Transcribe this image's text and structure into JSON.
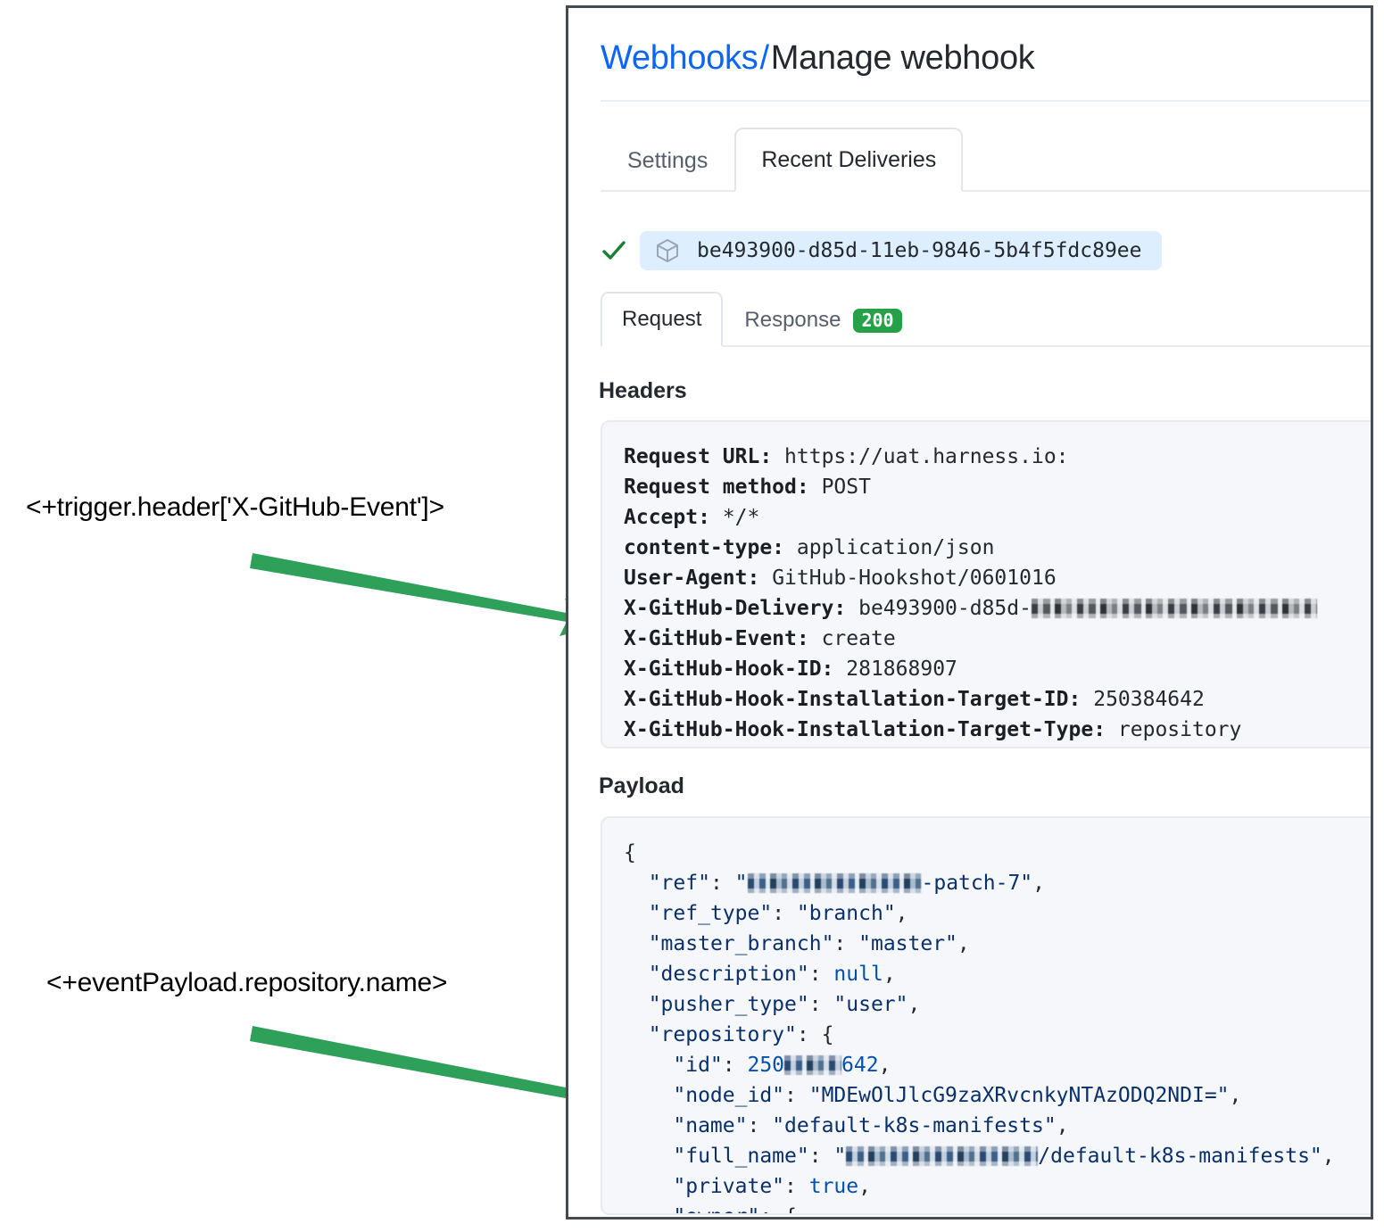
{
  "annotations": [
    {
      "id": "anno-1",
      "text": "<+trigger.header['X-GitHub-Event']>",
      "arrow_color": "#2ea05a"
    },
    {
      "id": "anno-2",
      "text": "<+eventPayload.repository.name>",
      "arrow_color": "#2ea05a"
    }
  ],
  "panel": {
    "breadcrumb": {
      "link": "Webhooks",
      "separator": "/",
      "current": "Manage webhook"
    },
    "outer_tabs": [
      {
        "label": "Settings",
        "active": false
      },
      {
        "label": "Recent Deliveries",
        "active": true
      }
    ],
    "delivery": {
      "status_icon": "check-icon",
      "package_icon": "cube-icon",
      "guid": "be493900-d85d-11eb-9846-5b4f5fdc89ee"
    },
    "inner_tabs": [
      {
        "label": "Request",
        "active": true,
        "badge": null
      },
      {
        "label": "Response",
        "active": false,
        "badge": "200"
      }
    ],
    "badge_color": "#26a148",
    "sections": {
      "headers_heading": "Headers",
      "payload_heading": "Payload"
    },
    "headers": [
      {
        "key": "Request URL:",
        "value": "https://uat.harness.io:",
        "redacted": false
      },
      {
        "key": "Request method:",
        "value": "POST",
        "redacted": false
      },
      {
        "key": "Accept:",
        "value": "*/*",
        "redacted": false
      },
      {
        "key": "content-type:",
        "value": "application/json",
        "redacted": false
      },
      {
        "key": "User-Agent:",
        "value": "GitHub-Hookshot/0601016",
        "redacted": false
      },
      {
        "key": "X-GitHub-Delivery:",
        "value": "be493900-d85d-",
        "redacted": true,
        "redaction_width": 320
      },
      {
        "key": "X-GitHub-Event:",
        "value": "create",
        "redacted": false
      },
      {
        "key": "X-GitHub-Hook-ID:",
        "value": "281868907",
        "redacted": false
      },
      {
        "key": "X-GitHub-Hook-Installation-Target-ID:",
        "value": "250384642",
        "redacted": false
      },
      {
        "key": "X-GitHub-Hook-Installation-Target-Type:",
        "value": "repository",
        "redacted": false
      }
    ],
    "payload_lines": [
      {
        "indent": 0,
        "punct_open": "{"
      },
      {
        "indent": 1,
        "key": "\"ref\"",
        "value_prefix": "\"",
        "redacted": true,
        "redaction_width": 195,
        "value_suffix": "-patch-7\"",
        "comma": ","
      },
      {
        "indent": 1,
        "key": "\"ref_type\"",
        "value": "\"branch\"",
        "kind": "str",
        "comma": ","
      },
      {
        "indent": 1,
        "key": "\"master_branch\"",
        "value": "\"master\"",
        "kind": "str",
        "comma": ","
      },
      {
        "indent": 1,
        "key": "\"description\"",
        "value": "null",
        "kind": "lit",
        "comma": ","
      },
      {
        "indent": 1,
        "key": "\"pusher_type\"",
        "value": "\"user\"",
        "kind": "str",
        "comma": ","
      },
      {
        "indent": 1,
        "key": "\"repository\"",
        "value": "{",
        "kind": "punct"
      },
      {
        "indent": 2,
        "key": "\"id\"",
        "value_prefix": "250",
        "redacted": true,
        "redaction_width": 64,
        "value_suffix": "642",
        "kind": "num",
        "comma": ","
      },
      {
        "indent": 2,
        "key": "\"node_id\"",
        "value": "\"MDEwOlJlcG9zaXRvcnkyNTAzODQ2NDI=\"",
        "kind": "str",
        "comma": ","
      },
      {
        "indent": 2,
        "key": "\"name\"",
        "value": "\"default-k8s-manifests\"",
        "kind": "str",
        "comma": ","
      },
      {
        "indent": 2,
        "key": "\"full_name\"",
        "value_prefix": "\"",
        "redacted": true,
        "redaction_width": 215,
        "value_suffix": "/default-k8s-manifests\"",
        "comma": ","
      },
      {
        "indent": 2,
        "key": "\"private\"",
        "value": "true",
        "kind": "lit",
        "comma": ","
      },
      {
        "indent": 2,
        "key": "\"owner\"",
        "value": "{",
        "kind": "punct"
      }
    ]
  }
}
